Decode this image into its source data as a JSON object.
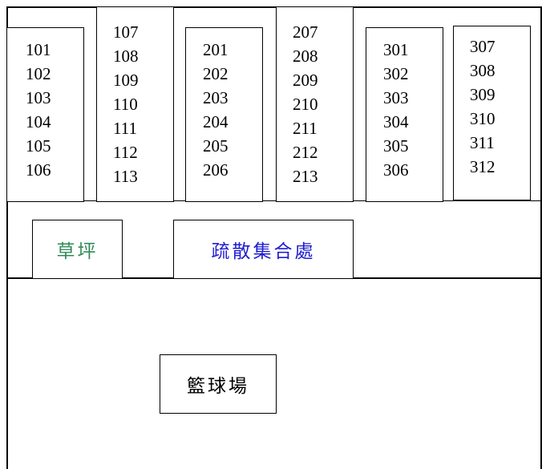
{
  "colors": {
    "lawn": "#2e8b57",
    "assembly": "#1f1fd0",
    "line": "#000000"
  },
  "blocks": [
    {
      "id": "block-101",
      "rooms": [
        "101",
        "102",
        "103",
        "104",
        "105",
        "106"
      ]
    },
    {
      "id": "block-107",
      "rooms": [
        "107",
        "108",
        "109",
        "110",
        "111",
        "112",
        "113"
      ]
    },
    {
      "id": "block-201",
      "rooms": [
        "201",
        "202",
        "203",
        "204",
        "205",
        "206"
      ]
    },
    {
      "id": "block-207",
      "rooms": [
        "207",
        "208",
        "209",
        "210",
        "211",
        "212",
        "213"
      ]
    },
    {
      "id": "block-301",
      "rooms": [
        "301",
        "302",
        "303",
        "304",
        "305",
        "306"
      ]
    },
    {
      "id": "block-307",
      "rooms": [
        "307",
        "308",
        "309",
        "310",
        "311",
        "312"
      ]
    }
  ],
  "areas": {
    "lawn": "草坪",
    "assembly_point": "疏散集合處",
    "basketball_court": "籃球場"
  }
}
